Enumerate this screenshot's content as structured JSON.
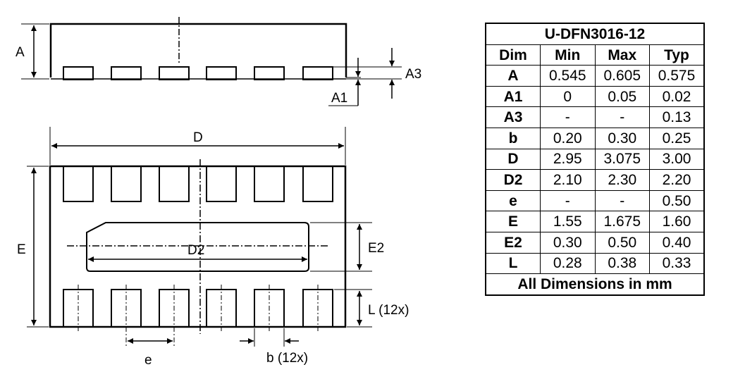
{
  "labels": {
    "A": "A",
    "A3": "A3",
    "A1": "A1",
    "D": "D",
    "E": "E",
    "D2": "D2",
    "E2": "E2",
    "L": "L (12x)",
    "e": "e",
    "b": "b (12x)"
  },
  "table": {
    "title": "U-DFN3016-12",
    "headers": [
      "Dim",
      "Min",
      "Max",
      "Typ"
    ],
    "rows": [
      [
        "A",
        "0.545",
        "0.605",
        "0.575"
      ],
      [
        "A1",
        "0",
        "0.05",
        "0.02"
      ],
      [
        "A3",
        "-",
        "-",
        "0.13"
      ],
      [
        "b",
        "0.20",
        "0.30",
        "0.25"
      ],
      [
        "D",
        "2.95",
        "3.075",
        "3.00"
      ],
      [
        "D2",
        "2.10",
        "2.30",
        "2.20"
      ],
      [
        "e",
        "-",
        "-",
        "0.50"
      ],
      [
        "E",
        "1.55",
        "1.675",
        "1.60"
      ],
      [
        "E2",
        "0.30",
        "0.50",
        "0.40"
      ],
      [
        "L",
        "0.28",
        "0.38",
        "0.33"
      ]
    ],
    "footer": "All Dimensions in mm"
  }
}
